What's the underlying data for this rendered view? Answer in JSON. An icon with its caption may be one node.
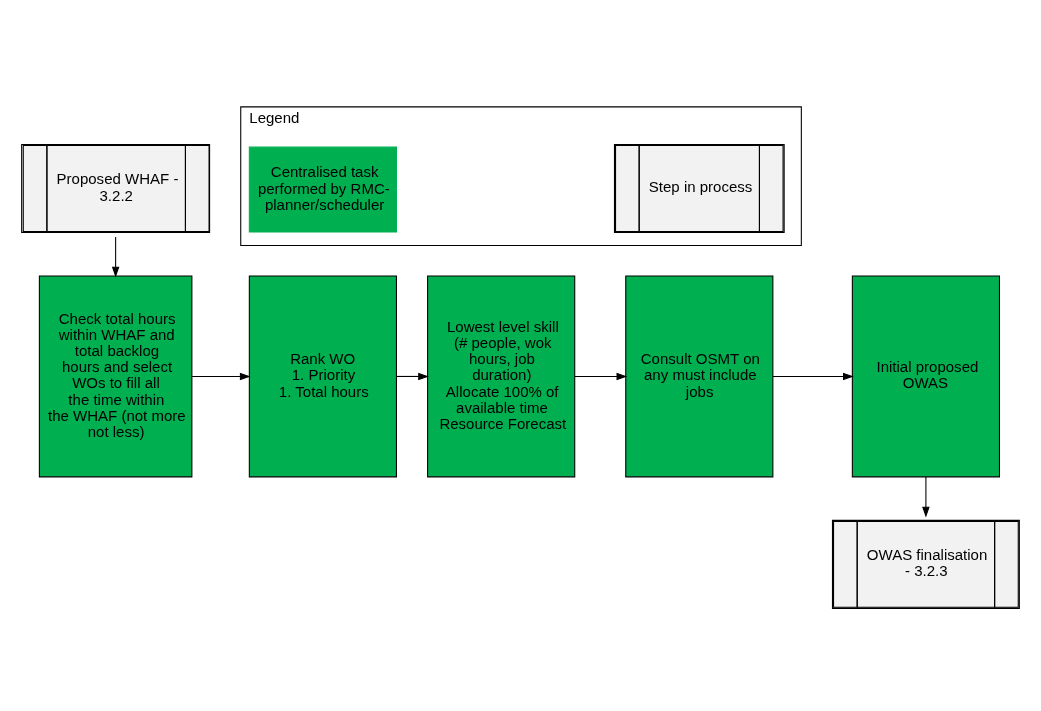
{
  "diagram": {
    "nodes": [
      {
        "text": [
          "Proposed WHAF - 3.2.2"
        ]
      },
      {
        "text": [
          "Check total hours within WHAF and total backlog hours and select WOs to fill all the time within the WHAF (not more not less)"
        ]
      },
      {
        "text": [
          "Rank WO",
          "1. Priority",
          "1. Total hours"
        ]
      },
      {
        "text": [
          "Lowest level skill (# people, wok hours, job duration)",
          "Allocate 100% of available time",
          "Resource Forecast"
        ]
      },
      {
        "text": [
          "Consult OSMT on any must include jobs"
        ]
      },
      {
        "text": [
          "Initial proposed OWAS"
        ]
      },
      {
        "text": [
          "OWAS finalisation - 3.2.3"
        ]
      },
      {
        "text": [
          "Legend"
        ]
      },
      {
        "text": [
          "Centralised task performed by RMC-planner/scheduler"
        ],
        "in": 7
      },
      {
        "text": [
          "Step in process"
        ],
        "in": 7
      }
    ],
    "edges": [
      {
        "from": 0,
        "to": 1,
        "arrow": "to"
      },
      {
        "from": 1,
        "to": 2,
        "arrow": "to"
      },
      {
        "from": 2,
        "to": 3,
        "arrow": "to"
      },
      {
        "from": 3,
        "to": 4,
        "arrow": "to"
      },
      {
        "from": 4,
        "to": 5,
        "arrow": "to"
      },
      {
        "from": 5,
        "to": 6,
        "arrow": "to"
      }
    ]
  }
}
